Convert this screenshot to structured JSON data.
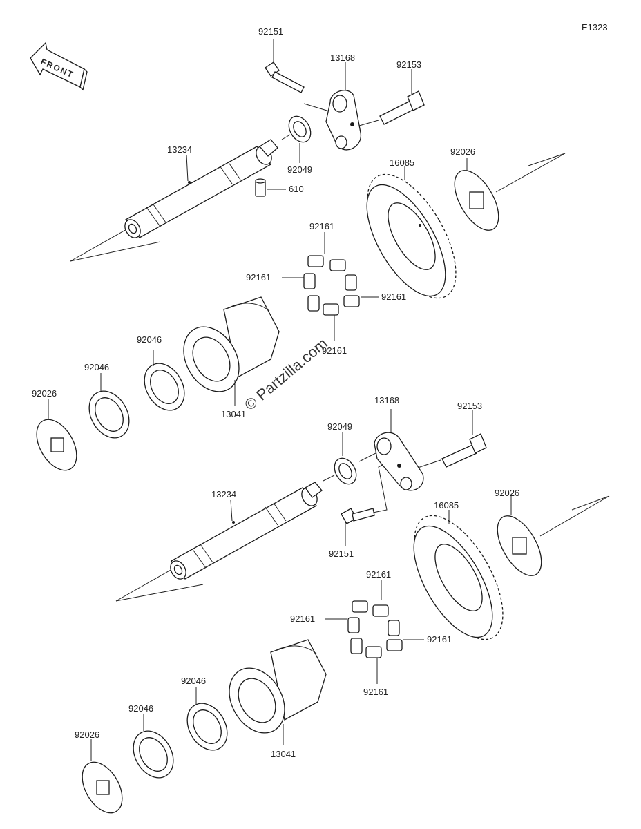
{
  "diagram_id": "E1323",
  "front_label": "FRONT",
  "watermark": "© Partzilla.com",
  "parts": {
    "p92151": "92151",
    "p13168": "13168",
    "p92153": "92153",
    "p92049": "92049",
    "p13234": "13234",
    "p610": "610",
    "p16085": "16085",
    "p92026": "92026",
    "p92161": "92161",
    "p92046": "92046",
    "p13041": "13041"
  }
}
